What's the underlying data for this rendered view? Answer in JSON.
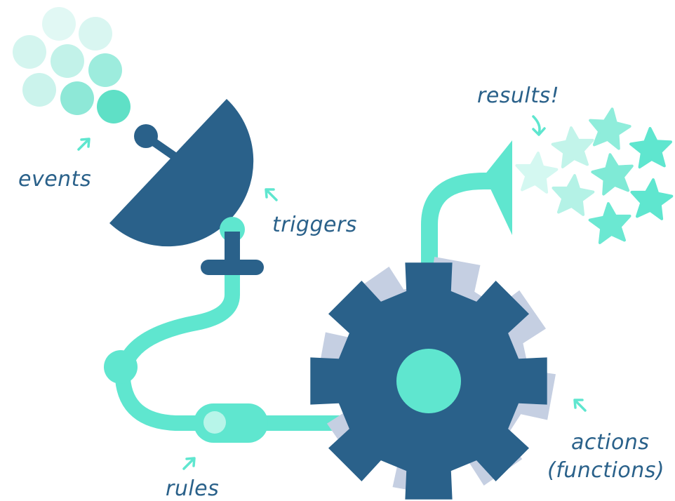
{
  "labels": {
    "events": "events",
    "triggers": "triggers",
    "results": "results!",
    "rules": "rules",
    "actions_line1": "actions",
    "actions_line2": "(functions)"
  },
  "colors": {
    "navy": "#2a618a",
    "mint": "#5fe6cf",
    "shadow": "#c5cfe2",
    "text": "#2a618a"
  }
}
